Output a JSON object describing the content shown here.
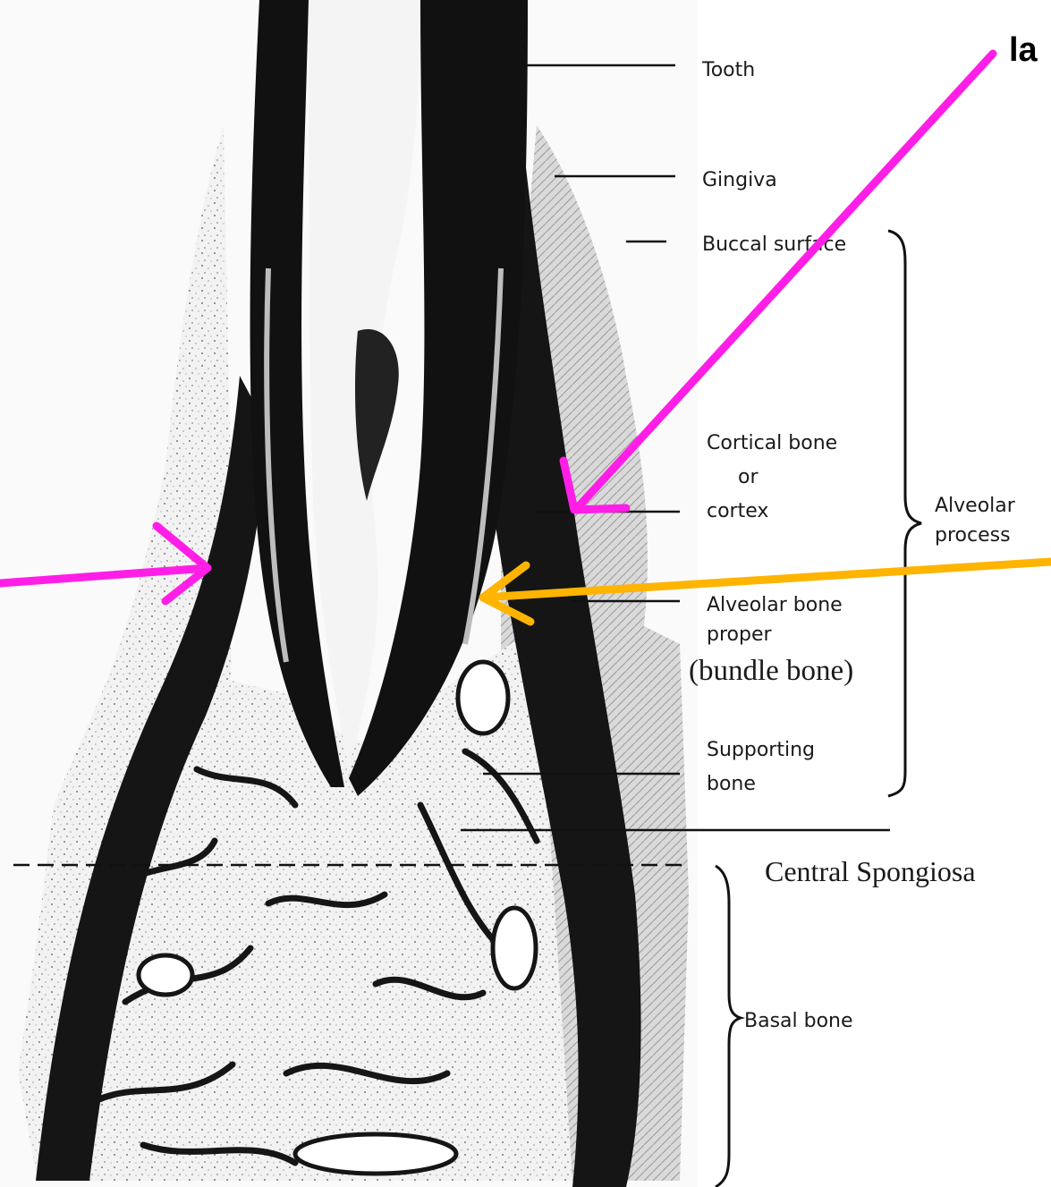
{
  "labels": {
    "tooth": "Tooth",
    "gingiva": "Gingiva",
    "buccal_surface": "Buccal surface",
    "cortical_line1": "Cortical bone",
    "cortical_line2": "or",
    "cortical_line3": "cortex",
    "alveolar_bone_line1": "Alveolar bone",
    "alveolar_bone_line2": "proper",
    "bundle_bone": "(bundle bone)",
    "supporting_line1": "Supporting",
    "supporting_line2": "bone",
    "alveolar_process_line1": "Alveolar",
    "alveolar_process_line2": "process",
    "central_spongiosa": "Central Spongiosa",
    "basal_bone": "Basal bone",
    "top_right_partial": "la"
  },
  "colors": {
    "magenta_arrow": "#ff1ee6",
    "orange_arrow": "#ffb400",
    "bone_dark": "#151515",
    "spongy_light": "#e8e8e8"
  }
}
